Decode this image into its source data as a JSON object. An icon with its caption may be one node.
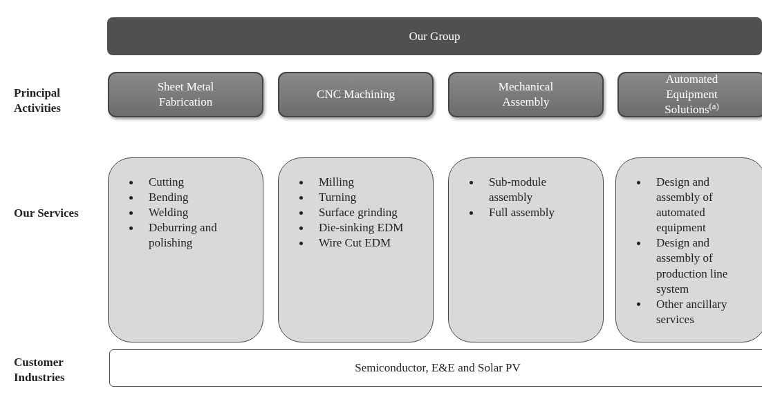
{
  "diagram": {
    "nodes": [
      {
        "text": [
          "Our Group"
        ]
      },
      {
        "text": [
          "Sheet Metal Fabrication"
        ]
      },
      {
        "text": [
          "CNC Machining"
        ]
      },
      {
        "text": [
          "Mechanical Assembly"
        ]
      },
      {
        "text": [
          "Automated Equipment Solutions$^{(a)}$"
        ]
      },
      {
        "text": [
          "Cutting",
          "Bending",
          "Welding",
          "Deburring and polishing"
        ]
      },
      {
        "text": [
          "Milling",
          "Turning",
          "Surface grinding",
          "Die-sinking EDM",
          "Wire Cut EDM"
        ]
      },
      {
        "text": [
          "Sub-module assembly",
          "Full assembly"
        ]
      },
      {
        "text": [
          "Design and assembly of automated equipment",
          "Design and assembly of production line system",
          "Other ancillary services"
        ]
      },
      {
        "text": [
          "Semiconductor, E&E and Solar PV"
        ]
      }
    ],
    "labels": [
      "Principal Activities",
      "Our Services",
      "Customer Industries"
    ]
  }
}
